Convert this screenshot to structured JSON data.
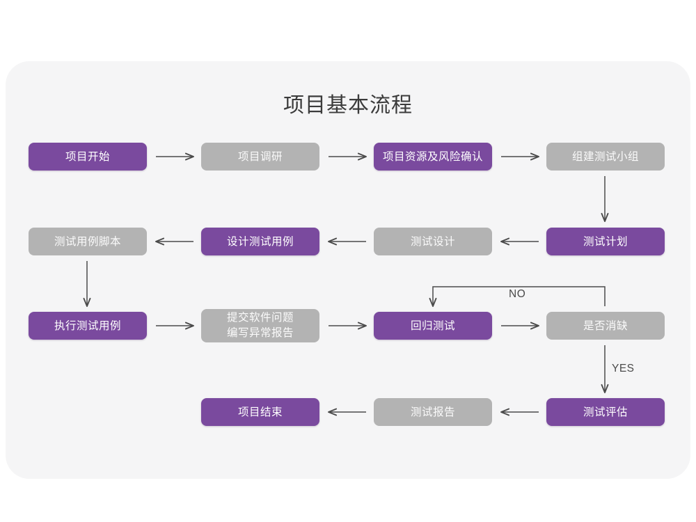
{
  "page": {
    "background": "#ffffff",
    "card_background": "#f5f5f6"
  },
  "title": "项目基本流程",
  "colors": {
    "purple": "#7a4a9e",
    "gray": "#b3b3b3",
    "purple_text": "#ffffff",
    "gray_text": "#fbfbfb",
    "arrow": "#4a4a4a",
    "title_text": "#3b3b3b"
  },
  "nodes": [
    {
      "id": "n1",
      "label": "项目开始",
      "style": "purple",
      "row": 1,
      "col": 1
    },
    {
      "id": "n2",
      "label": "项目调研",
      "style": "gray",
      "row": 1,
      "col": 2
    },
    {
      "id": "n3",
      "label": "项目资源及风险确认",
      "style": "purple",
      "row": 1,
      "col": 3
    },
    {
      "id": "n4",
      "label": "组建测试小组",
      "style": "gray",
      "row": 1,
      "col": 4
    },
    {
      "id": "n5",
      "label": "测试用例脚本",
      "style": "gray",
      "row": 2,
      "col": 1
    },
    {
      "id": "n6",
      "label": "设计测试用例",
      "style": "purple",
      "row": 2,
      "col": 2
    },
    {
      "id": "n7",
      "label": "测试设计",
      "style": "gray",
      "row": 2,
      "col": 3
    },
    {
      "id": "n8",
      "label": "测试计划",
      "style": "purple",
      "row": 2,
      "col": 4
    },
    {
      "id": "n9",
      "label": "执行测试用例",
      "style": "purple",
      "row": 3,
      "col": 1
    },
    {
      "id": "n10",
      "label": "提交软件问题\n编写异常报告",
      "style": "gray",
      "row": 3,
      "col": 2
    },
    {
      "id": "n11",
      "label": "回归测试",
      "style": "purple",
      "row": 3,
      "col": 3
    },
    {
      "id": "n12",
      "label": "是否消缺",
      "style": "gray",
      "row": 3,
      "col": 4
    },
    {
      "id": "n13",
      "label": "项目结束",
      "style": "purple",
      "row": 4,
      "col": 2
    },
    {
      "id": "n14",
      "label": "测试报告",
      "style": "gray",
      "row": 4,
      "col": 3
    },
    {
      "id": "n15",
      "label": "测试评估",
      "style": "purple",
      "row": 4,
      "col": 4
    }
  ],
  "edge_labels": {
    "no": "NO",
    "yes": "YES"
  },
  "edges": [
    {
      "from": "n1",
      "to": "n2",
      "direction": "right"
    },
    {
      "from": "n2",
      "to": "n3",
      "direction": "right"
    },
    {
      "from": "n3",
      "to": "n4",
      "direction": "right"
    },
    {
      "from": "n4",
      "to": "n8",
      "direction": "down"
    },
    {
      "from": "n8",
      "to": "n7",
      "direction": "left"
    },
    {
      "from": "n7",
      "to": "n6",
      "direction": "left"
    },
    {
      "from": "n6",
      "to": "n5",
      "direction": "left"
    },
    {
      "from": "n5",
      "to": "n9",
      "direction": "down"
    },
    {
      "from": "n9",
      "to": "n10",
      "direction": "right"
    },
    {
      "from": "n10",
      "to": "n11",
      "direction": "right"
    },
    {
      "from": "n11",
      "to": "n12",
      "direction": "right"
    },
    {
      "from": "n12",
      "to": "n11",
      "direction": "loop-up",
      "label": "NO"
    },
    {
      "from": "n12",
      "to": "n15",
      "direction": "down",
      "label": "YES"
    },
    {
      "from": "n15",
      "to": "n14",
      "direction": "left"
    },
    {
      "from": "n14",
      "to": "n13",
      "direction": "left"
    }
  ]
}
